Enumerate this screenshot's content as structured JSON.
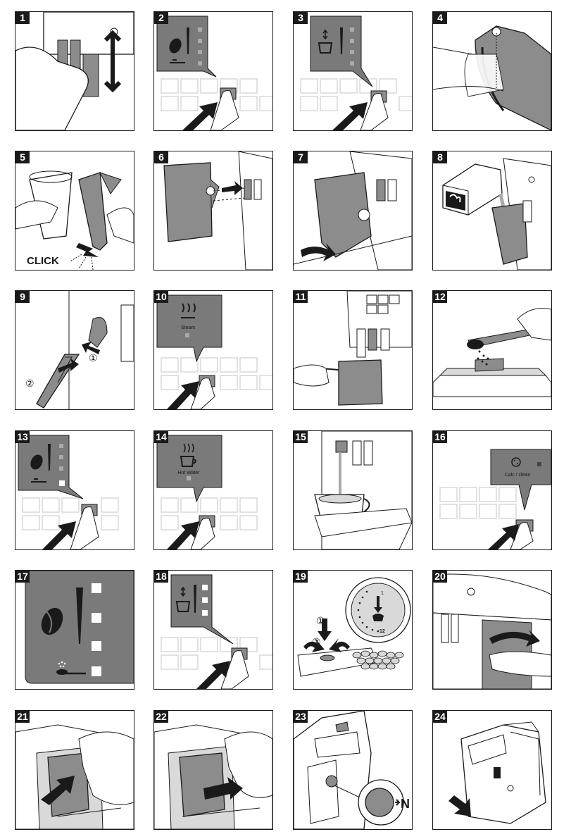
{
  "steps": [
    {
      "num": "1"
    },
    {
      "num": "2"
    },
    {
      "num": "3"
    },
    {
      "num": "4"
    },
    {
      "num": "5",
      "label": "CLICK"
    },
    {
      "num": "6"
    },
    {
      "num": "7"
    },
    {
      "num": "8"
    },
    {
      "num": "9",
      "callout_a": "①",
      "callout_b": "②"
    },
    {
      "num": "10",
      "label": "Steam"
    },
    {
      "num": "11"
    },
    {
      "num": "12"
    },
    {
      "num": "13"
    },
    {
      "num": "14",
      "label": "Hot Water"
    },
    {
      "num": "15"
    },
    {
      "num": "16",
      "label": "Calc / clean"
    },
    {
      "num": "17"
    },
    {
      "num": "18"
    },
    {
      "num": "19",
      "callout_a": "①",
      "callout_b": "②",
      "dial_top": "1",
      "dial_bottom": "12"
    },
    {
      "num": "20"
    },
    {
      "num": "21"
    },
    {
      "num": "22"
    },
    {
      "num": "23",
      "label": "N"
    },
    {
      "num": "24"
    }
  ],
  "colors": {
    "ink": "#1a1a1a",
    "gray": "#8c8c8c",
    "light": "#d9d9d9",
    "screen": "#7a7a7a"
  }
}
